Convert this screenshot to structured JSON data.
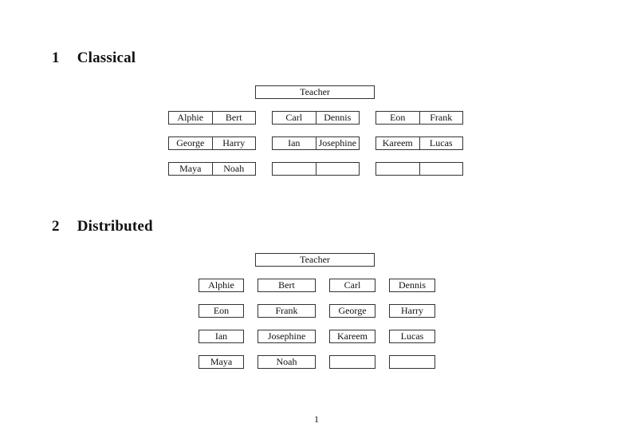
{
  "sections": [
    {
      "number": "1",
      "title": "Classical",
      "teacher": "Teacher",
      "desks": [
        [
          "Alphie",
          "Bert"
        ],
        [
          "Carl",
          "Dennis"
        ],
        [
          "Eon",
          "Frank"
        ],
        [
          "George",
          "Harry"
        ],
        [
          "Ian",
          "Josephine"
        ],
        [
          "Kareem",
          "Lucas"
        ],
        [
          "Maya",
          "Noah"
        ],
        [
          "",
          ""
        ],
        [
          "",
          ""
        ]
      ]
    },
    {
      "number": "2",
      "title": "Distributed",
      "teacher": "Teacher",
      "seats": [
        "Alphie",
        "Bert",
        "Carl",
        "Dennis",
        "Eon",
        "Frank",
        "George",
        "Harry",
        "Ian",
        "Josephine",
        "Kareem",
        "Lucas",
        "Maya",
        "Noah",
        "",
        ""
      ]
    }
  ],
  "footer": {
    "page_number": "1"
  }
}
